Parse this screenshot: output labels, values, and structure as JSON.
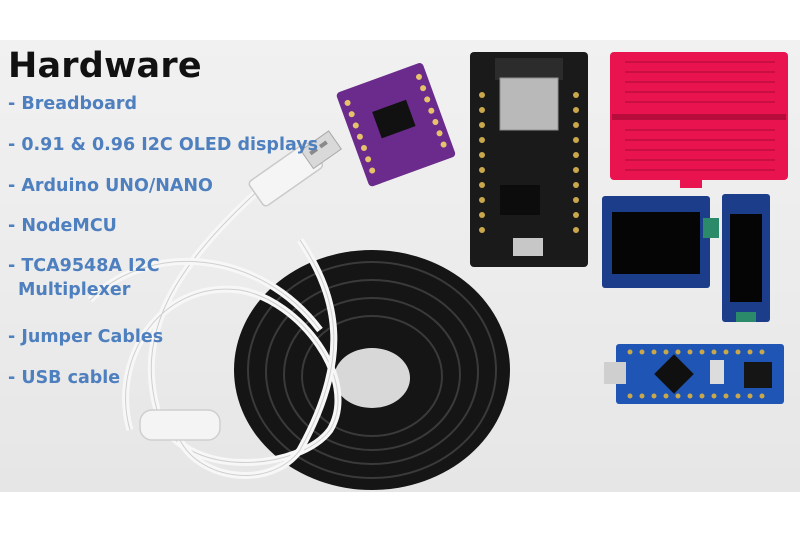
{
  "title": "Hardware",
  "items": [
    {
      "lines": [
        "- Breadboard"
      ]
    },
    {
      "lines": [
        "- 0.91 & 0.96 I2C OLED displays"
      ]
    },
    {
      "lines": [
        "- Arduino UNO/NANO"
      ]
    },
    {
      "lines": [
        "- NodeMCU"
      ]
    },
    {
      "lines": [
        "- TCA9548A I2C",
        "  Multiplexer"
      ]
    },
    {
      "lines": [
        "- Jumper Cables"
      ]
    },
    {
      "lines": [
        "- USB cable"
      ]
    }
  ],
  "colors": {
    "title": "#111111",
    "list_text": "#4e7fbf",
    "breadboard": "#e8134f",
    "multiplexer": "#6b2b8c",
    "board_black": "#1a1a1a",
    "nano_blue": "#1f55b5",
    "oled_blue": "#1c3d8a"
  }
}
